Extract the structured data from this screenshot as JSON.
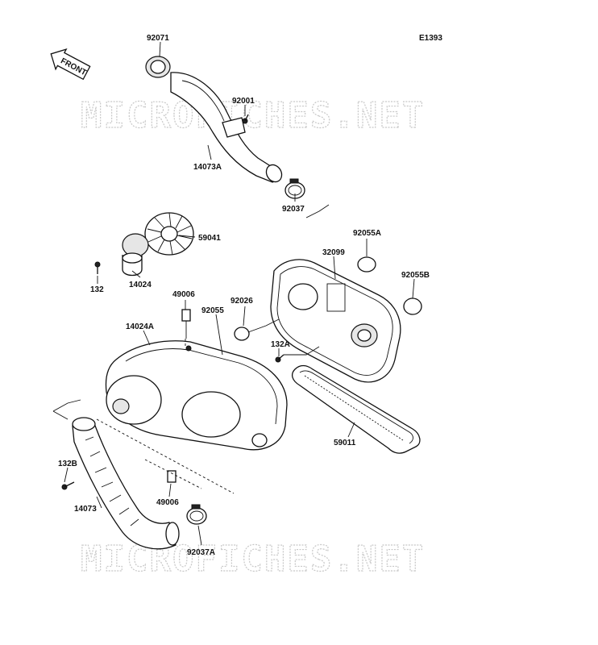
{
  "diagram": {
    "code": "E1393",
    "front_label": "FRONT",
    "watermark": "MICROFICHES.NET",
    "parts": {
      "p92071": "92071",
      "p92001": "92001",
      "p14073A": "14073A",
      "p92037": "92037",
      "p59041": "59041",
      "p132": "132",
      "p14024": "14024",
      "p92055A": "92055A",
      "p32099": "32099",
      "p92055B": "92055B",
      "p49006_top": "49006",
      "p92055": "92055",
      "p92026": "92026",
      "p14024A": "14024A",
      "p132A": "132A",
      "p59011": "59011",
      "p132B": "132B",
      "p49006_bottom": "49006",
      "p14073": "14073",
      "p92037A": "92037A"
    }
  }
}
